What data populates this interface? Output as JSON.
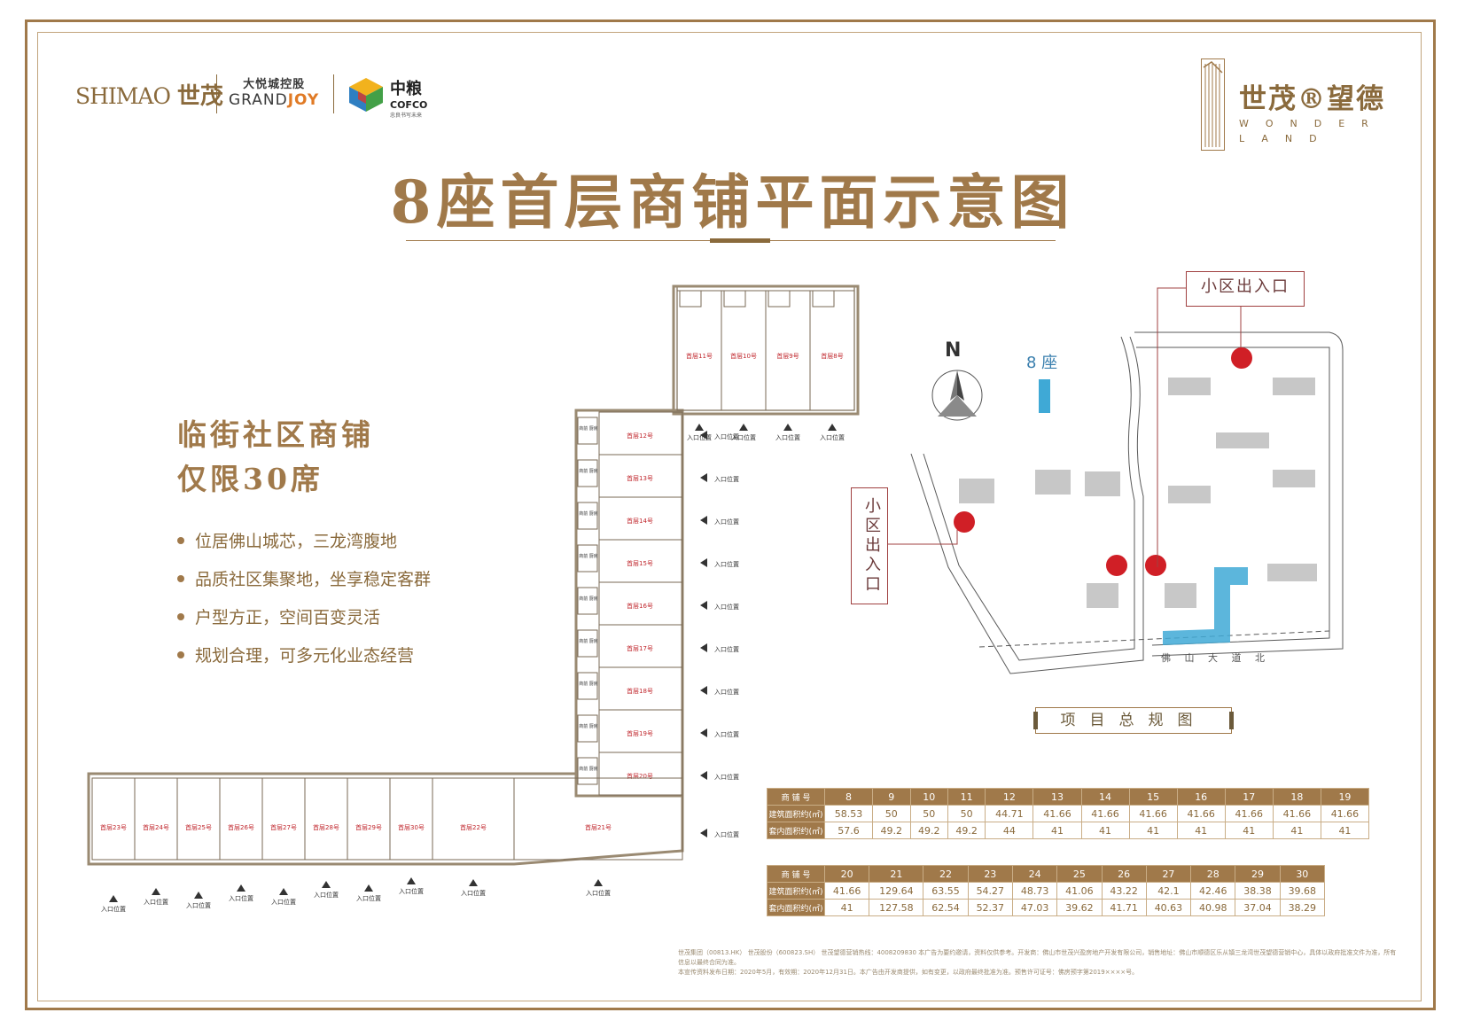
{
  "logos": {
    "shimao_en": "SHIMAO",
    "shimao_zh": "世茂",
    "grandjoy_zh": "大悦城控股",
    "grandjoy_en_a": "GRAND",
    "grandjoy_en_b": "JOY",
    "cofco_zh": "中粮",
    "cofco_en": "COFCO",
    "cofco_sub": "忠良书写未来",
    "wonderland_zh": "世茂®望德",
    "wonderland_en": "WONDER LAND"
  },
  "title": "8座首层商铺平面示意图",
  "promo": {
    "heading_line1": "临街社区商铺",
    "heading_line2": "仅限30席",
    "bullets": [
      "位居佛山城芯，三龙湾腹地",
      "品质社区集聚地，坐享稳定客群",
      "户型方正，空间百变灵活",
      "规划合理，可多元化业态经营"
    ]
  },
  "floorplan": {
    "entrance_label": "入口位置",
    "room_label": "商前 厨房",
    "shops_top": [
      "首层11号",
      "首层10号",
      "首层9号",
      "首层8号"
    ],
    "shops_right": [
      "首层12号",
      "首层13号",
      "首层14号",
      "首层15号",
      "首层16号",
      "首层17号",
      "首层18号",
      "首层19号",
      "首层20号"
    ],
    "shops_bottom": [
      "首层23号",
      "首层24号",
      "首层25号",
      "首层26号",
      "首层27号",
      "首层28号",
      "首层29号",
      "首层30号",
      "首层22号",
      "首层21号"
    ]
  },
  "siteplan": {
    "north": "N",
    "building_label": "8 座",
    "gate_h": "小区出入口",
    "gate_v": "小区出入口",
    "road": "佛 山 大 道 北",
    "caption": "项目总规图"
  },
  "colors": {
    "gold": "#a0794a",
    "dark_gold": "#8a6a3c",
    "gate_red": "#d01f26",
    "building_blue": "#3fa9d6"
  },
  "table1": {
    "header_label": "商 铺 号",
    "row1_label": "建筑面积约(㎡)",
    "row2_label": "套内面积约(㎡)",
    "shops": [
      "8",
      "9",
      "10",
      "11",
      "12",
      "13",
      "14",
      "15",
      "16",
      "17",
      "18",
      "19"
    ],
    "gross": [
      "58.53",
      "50",
      "50",
      "50",
      "44.71",
      "41.66",
      "41.66",
      "41.66",
      "41.66",
      "41.66",
      "41.66",
      "41.66"
    ],
    "net": [
      "57.6",
      "49.2",
      "49.2",
      "49.2",
      "44",
      "41",
      "41",
      "41",
      "41",
      "41",
      "41",
      "41"
    ]
  },
  "table2": {
    "header_label": "商 铺 号",
    "row1_label": "建筑面积约(㎡)",
    "row2_label": "套内面积约(㎡)",
    "shops": [
      "20",
      "21",
      "22",
      "23",
      "24",
      "25",
      "26",
      "27",
      "28",
      "29",
      "30"
    ],
    "gross": [
      "41.66",
      "129.64",
      "63.55",
      "54.27",
      "48.73",
      "41.06",
      "43.22",
      "42.1",
      "42.46",
      "38.38",
      "39.68"
    ],
    "net": [
      "41",
      "127.58",
      "62.54",
      "52.37",
      "47.03",
      "39.62",
      "41.71",
      "40.63",
      "40.98",
      "37.04",
      "38.29"
    ]
  },
  "fine_print": {
    "line1": "世茂集团（00813.HK） 世茂股份（600823.SH） 世茂望德营销热线：4008209830 本广告为要约邀请，资料仅供参考。开发商：佛山市世茂兴盈房地产开发有限公司，销售地址：佛山市顺德区乐从镇三龙湾世茂望德营销中心，具体以政府批准文件为准，所有信息以最终合同为准。",
    "line2": "本宣传资料发布日期：2020年5月，有效期：2020年12月31日。本广告由开发商提供，如有变更，以政府最终批准为准。预售许可证号：佛房预字第2019××××号。"
  }
}
